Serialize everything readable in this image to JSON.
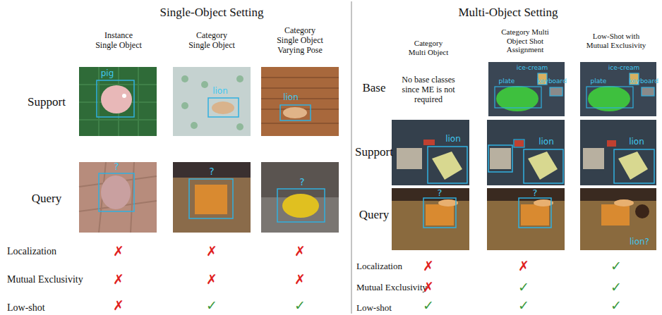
{
  "diagram": {
    "labels": [
      "Single-Object Setting",
      "Multi-Object Setting",
      "Instance Single Object",
      "Category Single Object",
      "Category Single Object Varying Pose",
      "Category Multi Object",
      "Category Multi Object Shot Assignment",
      "Low-Shot with Mutual Exclusivity",
      "Support",
      "Query",
      "Localization",
      "Mutual Exclusivity",
      "Low-shot",
      "✗",
      "✗",
      "✗",
      "✗",
      "✗",
      "✗",
      "✗",
      "✓",
      "✓",
      "Base",
      "No base classes since ME is not required",
      "Support",
      "Query",
      "Localization",
      "Mutual Exclusivity",
      "Low-shot",
      "✗",
      "✗",
      "✓",
      "✗",
      "✓",
      "✓",
      "✓",
      "✓",
      "✓",
      "pig",
      "?",
      "lion",
      "?",
      "lion",
      "?",
      "ice-cream",
      "plate",
      "keyboard",
      "ice-cream",
      "plate",
      "keyboard",
      "lion",
      "lion",
      "lion",
      "?",
      "?",
      "lion?"
    ]
  }
}
